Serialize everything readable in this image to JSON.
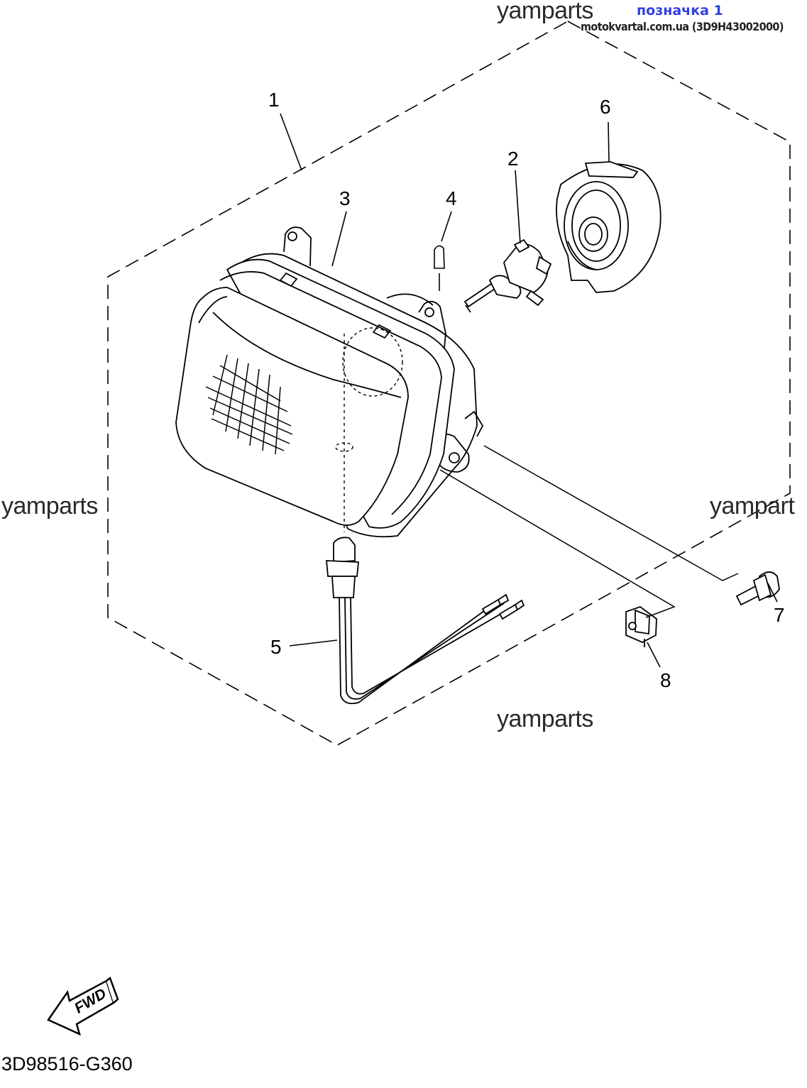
{
  "header": {
    "label": "позначка 1",
    "site": "motokvartal.com.ua (3D9H43002000)"
  },
  "watermarks": [
    "yamparts",
    "yamparts",
    "yampart",
    "yamparts"
  ],
  "callouts": [
    "1",
    "2",
    "3",
    "4",
    "5",
    "6",
    "7",
    "8"
  ],
  "fwd_label": "FWD",
  "diagram_code": "3D98516-G360",
  "colors": {
    "line": "#000000",
    "header_label": "#2f3fe0",
    "watermark": "#2a2a2a"
  }
}
